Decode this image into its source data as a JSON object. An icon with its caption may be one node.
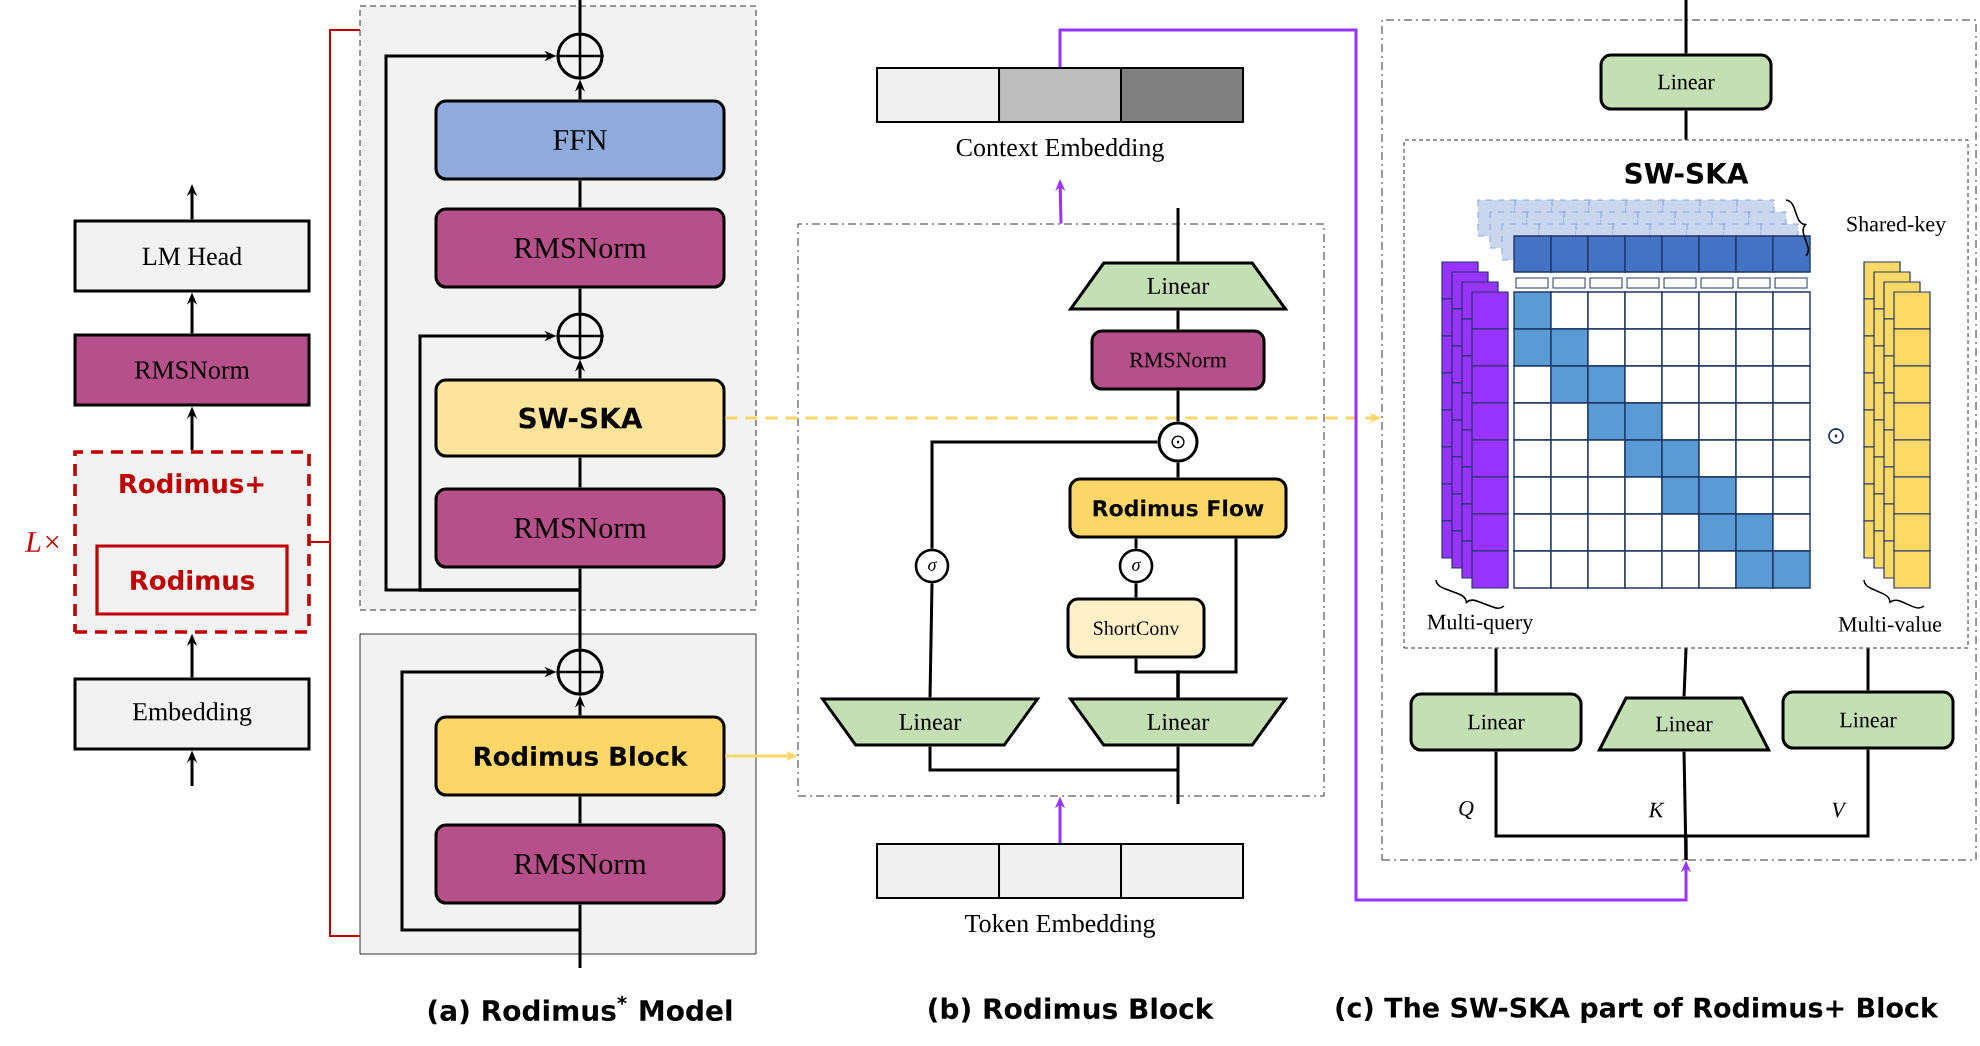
{
  "diagram": {
    "nodes": [
      {
        "text": [
          "LM Head"
        ]
      },
      {
        "text": [
          "RMSNorm"
        ]
      },
      {
        "text": [
          "Rodimus+"
        ],
        "beside": [
          "L×"
        ]
      },
      {
        "text": [
          "Rodimus"
        ],
        "in": 2
      },
      {
        "text": [
          "Embedding"
        ]
      },
      {
        "text": [],
        "shape": "box"
      },
      {
        "text": [],
        "shape": "circle",
        "in": 5
      },
      {
        "text": [
          "FFN"
        ],
        "in": 5
      },
      {
        "text": [
          "RMSNorm"
        ],
        "in": 5
      },
      {
        "text": [],
        "shape": "circle",
        "in": 5
      },
      {
        "text": [
          "SW-SKA"
        ],
        "in": 5
      },
      {
        "text": [
          "RMSNorm"
        ],
        "in": 5
      },
      {
        "text": [],
        "shape": "box"
      },
      {
        "text": [],
        "shape": "circle",
        "in": 12
      },
      {
        "text": [
          "Rodimus Block"
        ],
        "in": 12
      },
      {
        "text": [
          "RMSNorm"
        ],
        "in": 12
      },
      {
        "text": [
          "Context Embedding"
        ]
      },
      {
        "text": [],
        "shape": "box"
      },
      {
        "text": [
          "Linear"
        ],
        "in": 17
      },
      {
        "text": [
          "RMSNorm"
        ],
        "in": 17
      },
      {
        "text": [
          "⊙"
        ],
        "in": 17
      },
      {
        "text": [
          "Rodimus Flow"
        ],
        "in": 17
      },
      {
        "text": [
          "σ"
        ],
        "in": 17
      },
      {
        "text": [
          "σ"
        ],
        "in": 17
      },
      {
        "text": [
          "ShortConv"
        ],
        "in": 17
      },
      {
        "text": [
          "Linear"
        ],
        "in": 17
      },
      {
        "text": [
          "Linear"
        ],
        "in": 17
      },
      {
        "text": [
          "Token Embedding"
        ]
      },
      {
        "text": [],
        "shape": "box"
      },
      {
        "text": [
          "Linear"
        ],
        "in": 28
      },
      {
        "text": [
          "SW-SKA"
        ],
        "in": 28
      },
      {
        "text": [
          "Linear"
        ],
        "in": 28
      },
      {
        "text": [
          "Linear"
        ],
        "in": 28
      },
      {
        "text": [
          "Linear"
        ],
        "in": 28
      }
    ],
    "edges": [
      {
        "from": null,
        "to": 4,
        "arrow": "to"
      },
      {
        "from": 4,
        "to": 2,
        "arrow": "to"
      },
      {
        "from": 2,
        "to": 1,
        "arrow": "to"
      },
      {
        "from": 1,
        "to": 0,
        "arrow": "to"
      },
      {
        "from": 0,
        "to": null,
        "arrow": "to"
      },
      {
        "from": null,
        "to": 15,
        "arrow": "none"
      },
      {
        "from": 15,
        "to": 14,
        "arrow": "none"
      },
      {
        "from": 14,
        "to": 13,
        "arrow": "to"
      },
      {
        "from": 13,
        "to": 11,
        "arrow": "none"
      },
      {
        "from": 11,
        "to": 10,
        "arrow": "none"
      },
      {
        "from": 10,
        "to": 9,
        "arrow": "to"
      },
      {
        "from": 9,
        "to": 8,
        "arrow": "none"
      },
      {
        "from": 8,
        "to": 7,
        "arrow": "none"
      },
      {
        "from": 7,
        "to": 6,
        "arrow": "to"
      },
      {
        "from": 6,
        "to": null,
        "arrow": "none"
      },
      {
        "from": null,
        "to": 13,
        "arrow": "to"
      },
      {
        "from": null,
        "to": 6,
        "arrow": "to"
      },
      {
        "from": null,
        "to": 9,
        "arrow": "to"
      },
      {
        "from": 14,
        "to": 17,
        "arrow": "to",
        "color": "#fcd667"
      },
      {
        "from": 10,
        "to": 28,
        "arrow": "to",
        "style": "dashed",
        "color": "#fcd667"
      },
      {
        "from": 27,
        "to": 17,
        "arrow": "to",
        "color": "#9933ff"
      },
      {
        "from": 17,
        "to": 16,
        "arrow": "to",
        "color": "#9933ff"
      },
      {
        "from": 16,
        "to": 28,
        "arrow": "to",
        "color": "#9933ff"
      },
      {
        "from": null,
        "to": 26,
        "arrow": "none"
      },
      {
        "from": null,
        "to": 25,
        "arrow": "none"
      },
      {
        "from": 26,
        "to": 24,
        "arrow": "none"
      },
      {
        "from": 26,
        "to": 21,
        "arrow": "none"
      },
      {
        "from": 24,
        "to": 23,
        "arrow": "none"
      },
      {
        "from": 23,
        "to": 21,
        "arrow": "none"
      },
      {
        "from": 25,
        "to": 22,
        "arrow": "none"
      },
      {
        "from": 22,
        "to": 20,
        "arrow": "none"
      },
      {
        "from": 21,
        "to": 20,
        "arrow": "none"
      },
      {
        "from": 20,
        "to": 19,
        "arrow": "none"
      },
      {
        "from": 19,
        "to": 18,
        "arrow": "none"
      },
      {
        "from": 18,
        "to": null,
        "arrow": "none"
      },
      {
        "from": null,
        "to": 31,
        "arrow": "none",
        "label": "Q"
      },
      {
        "from": null,
        "to": 32,
        "arrow": "none",
        "label": "K"
      },
      {
        "from": null,
        "to": 33,
        "arrow": "none",
        "label": "V"
      },
      {
        "from": 31,
        "to": 30,
        "arrow": "none"
      },
      {
        "from": 32,
        "to": 30,
        "arrow": "none"
      },
      {
        "from": 33,
        "to": 30,
        "arrow": "none"
      },
      {
        "from": 30,
        "to": 29,
        "arrow": "none"
      },
      {
        "from": 29,
        "to": null,
        "arrow": "none"
      }
    ],
    "labels": [
      "Shared-key",
      "⊙",
      "Multi-query",
      "Multi-value",
      "(a) Rodimus$^{*}$ Model",
      "(b) Rodimus Block",
      "(c) The SW-SKA part of Rodimus+ Block"
    ]
  }
}
